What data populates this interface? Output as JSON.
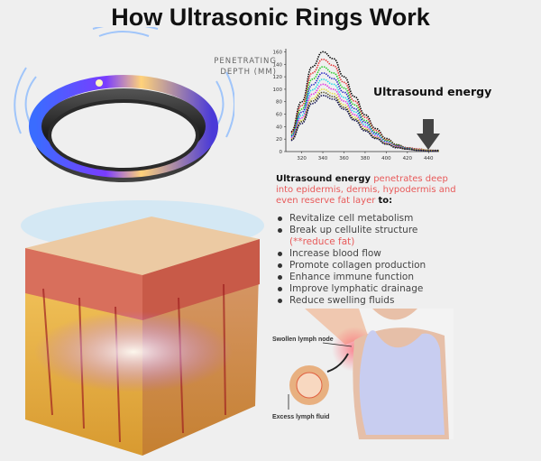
{
  "title": "How Ultrasonic Rings Work",
  "chart_label": "PENETRATING DEPTH (MM)",
  "energy_label": "Ultrasound energy",
  "description": {
    "lead": "Ultrasound energy",
    "highlight": "penetrates deep into epidermis, dermis, hypodermis and even reserve fat layer",
    "tail": "to:"
  },
  "benefits": [
    "Revitalize cell metabolism",
    "Break up cellulite structure",
    "Increase blood flow",
    "Promote collagen production",
    "Enhance immune function",
    "Improve lymphatic drainage",
    "Reduce swelling fluids"
  ],
  "benefit_note": "(**reduce fat)",
  "illustration": {
    "swollen_label": "Swollen lymph node",
    "fluid_label": "Excess lymph fluid"
  },
  "colors": {
    "accent_red": "#e85a5a",
    "arrow": "#444444"
  },
  "chart_data": {
    "type": "scatter",
    "title": "",
    "xlabel": "",
    "ylabel": "PENETRATING DEPTH (MM)",
    "xlim": [
      305,
      450
    ],
    "ylim": [
      0,
      165
    ],
    "xticks": [
      320,
      340,
      360,
      380,
      400,
      420,
      440
    ],
    "yticks": [
      0,
      20,
      40,
      60,
      80,
      100,
      120,
      140,
      160
    ],
    "x": [
      310,
      320,
      330,
      340,
      350,
      360,
      370,
      380,
      390,
      400,
      410,
      420,
      430,
      440,
      450
    ],
    "series": [
      {
        "color": "#000000",
        "values": [
          32,
          80,
          136,
          160,
          149,
          120,
          88,
          59,
          37,
          21,
          11,
          6,
          4,
          2,
          2
        ]
      },
      {
        "color": "#e53030",
        "values": [
          30,
          74,
          126,
          148,
          138,
          111,
          81,
          55,
          34,
          19,
          10,
          6,
          4,
          2,
          1
        ]
      },
      {
        "color": "#22cc22",
        "values": [
          27,
          68,
          116,
          136,
          126,
          102,
          75,
          50,
          31,
          18,
          10,
          5,
          3,
          2,
          1
        ]
      },
      {
        "color": "#2020c0",
        "values": [
          25,
          63,
          107,
          126,
          117,
          95,
          69,
          47,
          29,
          16,
          9,
          5,
          3,
          2,
          1
        ]
      },
      {
        "color": "#20d8e8",
        "values": [
          23,
          58,
          99,
          116,
          108,
          87,
          64,
          43,
          27,
          15,
          8,
          5,
          3,
          2,
          1
        ]
      },
      {
        "color": "#e030e0",
        "values": [
          22,
          54,
          92,
          108,
          100,
          81,
          59,
          40,
          25,
          14,
          8,
          4,
          3,
          2,
          1
        ]
      },
      {
        "color": "#e8e040",
        "values": [
          20,
          50,
          85,
          100,
          93,
          75,
          55,
          37,
          23,
          13,
          7,
          4,
          3,
          2,
          1
        ]
      },
      {
        "color": "#4a4a20",
        "values": [
          19,
          48,
          81,
          95,
          88,
          71,
          52,
          35,
          22,
          12,
          7,
          4,
          2,
          1,
          1
        ]
      },
      {
        "color": "#101050",
        "values": [
          18,
          45,
          77,
          90,
          84,
          68,
          50,
          33,
          21,
          12,
          6,
          4,
          2,
          1,
          1
        ]
      }
    ]
  }
}
